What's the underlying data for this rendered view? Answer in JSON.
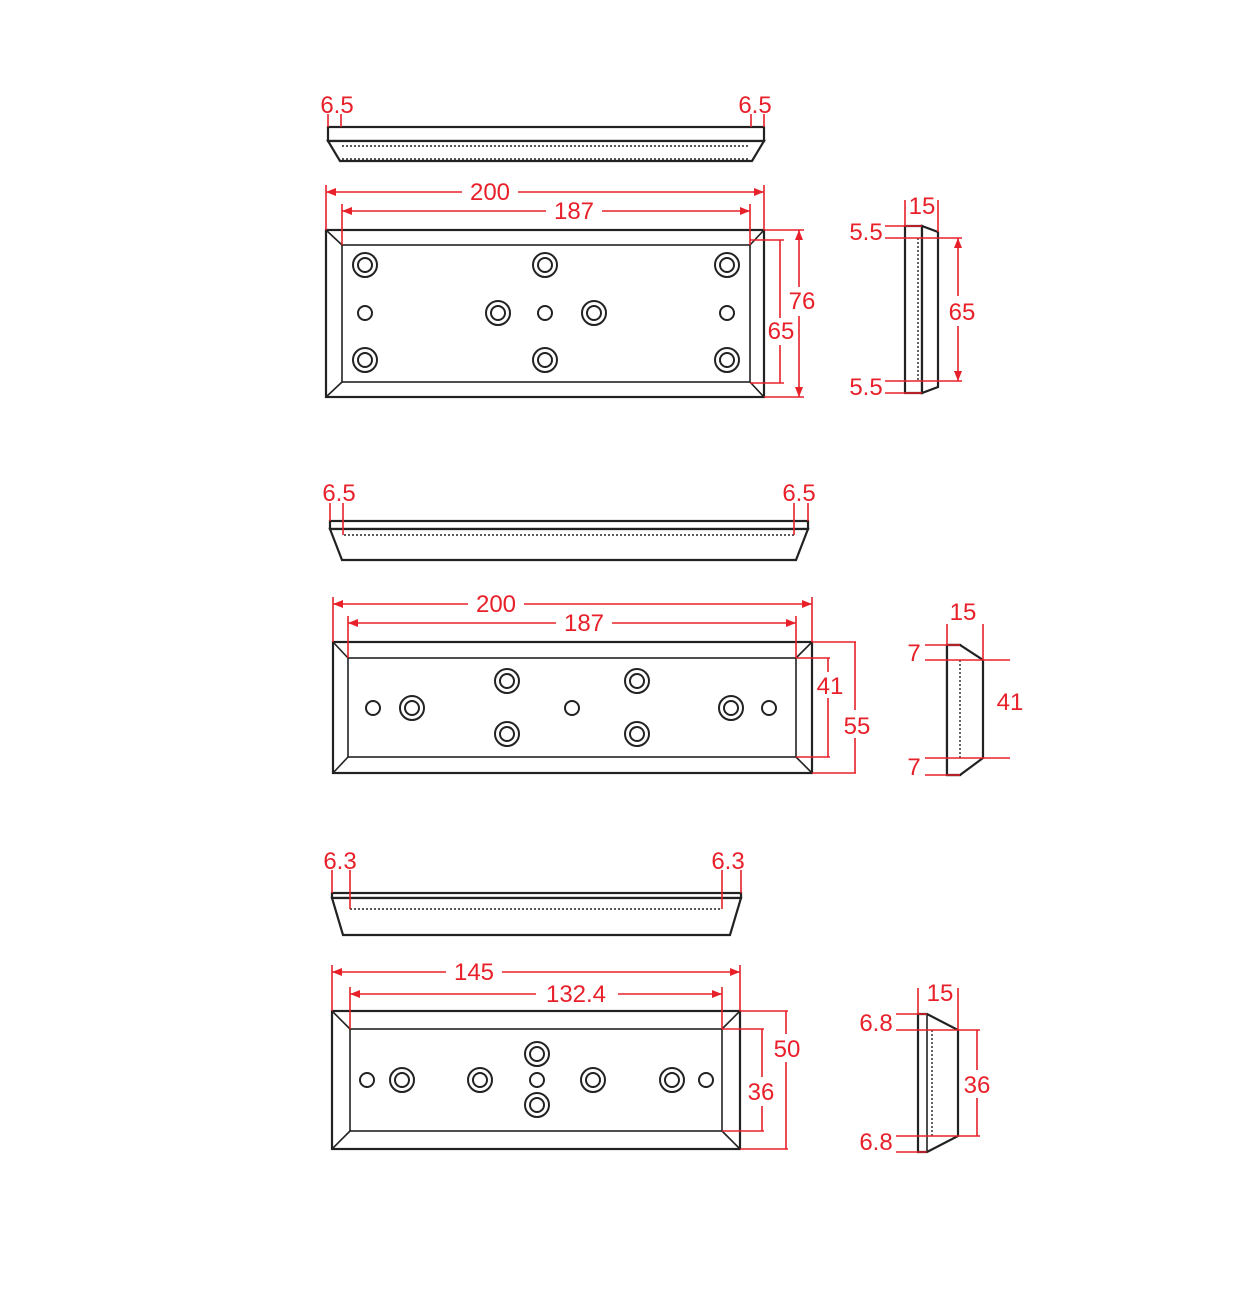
{
  "plate_1": {
    "side_top_left": "6.5",
    "side_top_right": "6.5",
    "width_outer": "200",
    "width_inner": "187",
    "height_outer": "76",
    "height_inner": "65",
    "end_depth": "15",
    "end_top": "5.5",
    "end_bottom": "5.5",
    "end_inner": "65"
  },
  "plate_2": {
    "side_top_left": "6.5",
    "side_top_right": "6.5",
    "width_outer": "200",
    "width_inner": "187",
    "height_outer": "55",
    "height_inner": "41",
    "end_depth": "15",
    "end_top": "7",
    "end_bottom": "7",
    "end_inner": "41"
  },
  "plate_3": {
    "side_top_left": "6.3",
    "side_top_right": "6.3",
    "width_outer": "145",
    "width_inner": "132.4",
    "height_outer": "50",
    "height_inner": "36",
    "end_depth": "15",
    "end_top": "6.8",
    "end_bottom": "6.8",
    "end_inner": "36"
  },
  "colors": {
    "dimension": "#e8202a",
    "outline": "#222222"
  }
}
